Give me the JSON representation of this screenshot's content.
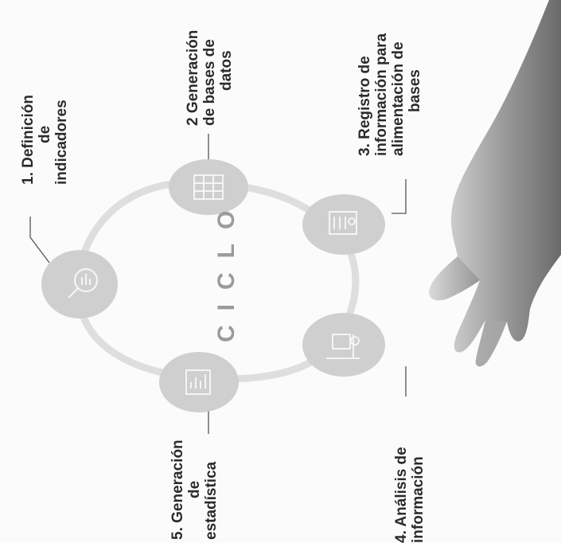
{
  "diagram": {
    "center_label": "CICLO",
    "nodes": [
      {
        "id": "definicion",
        "label_lines": [
          "1. Definición",
          "de",
          "indicadores"
        ],
        "icon": "magnifier-chart-icon"
      },
      {
        "id": "generacion-bases",
        "label_lines": [
          "2 Generación",
          "de bases de",
          "datos"
        ],
        "icon": "spreadsheet-icon"
      },
      {
        "id": "registro",
        "label_lines": [
          "3. Registro de",
          "información para",
          "alimentación de",
          "bases"
        ],
        "icon": "data-entry-icon"
      },
      {
        "id": "analisis",
        "label_lines": [
          "4. Análisis de",
          "información"
        ],
        "icon": "analysis-desk-icon"
      },
      {
        "id": "estadistica",
        "label_lines": [
          "5. Generación",
          "de",
          "estadística"
        ],
        "icon": "statistics-report-icon"
      }
    ],
    "colors": {
      "ring": "#dedede",
      "node_fill": "#cfcfcf",
      "node_icon": "#f4f4f4",
      "leader_line": "#555555",
      "text": "#2b2b2b",
      "center_text": "#9b9b9b",
      "hand": "#8c8c8c"
    },
    "decoration": "hand-photo"
  }
}
